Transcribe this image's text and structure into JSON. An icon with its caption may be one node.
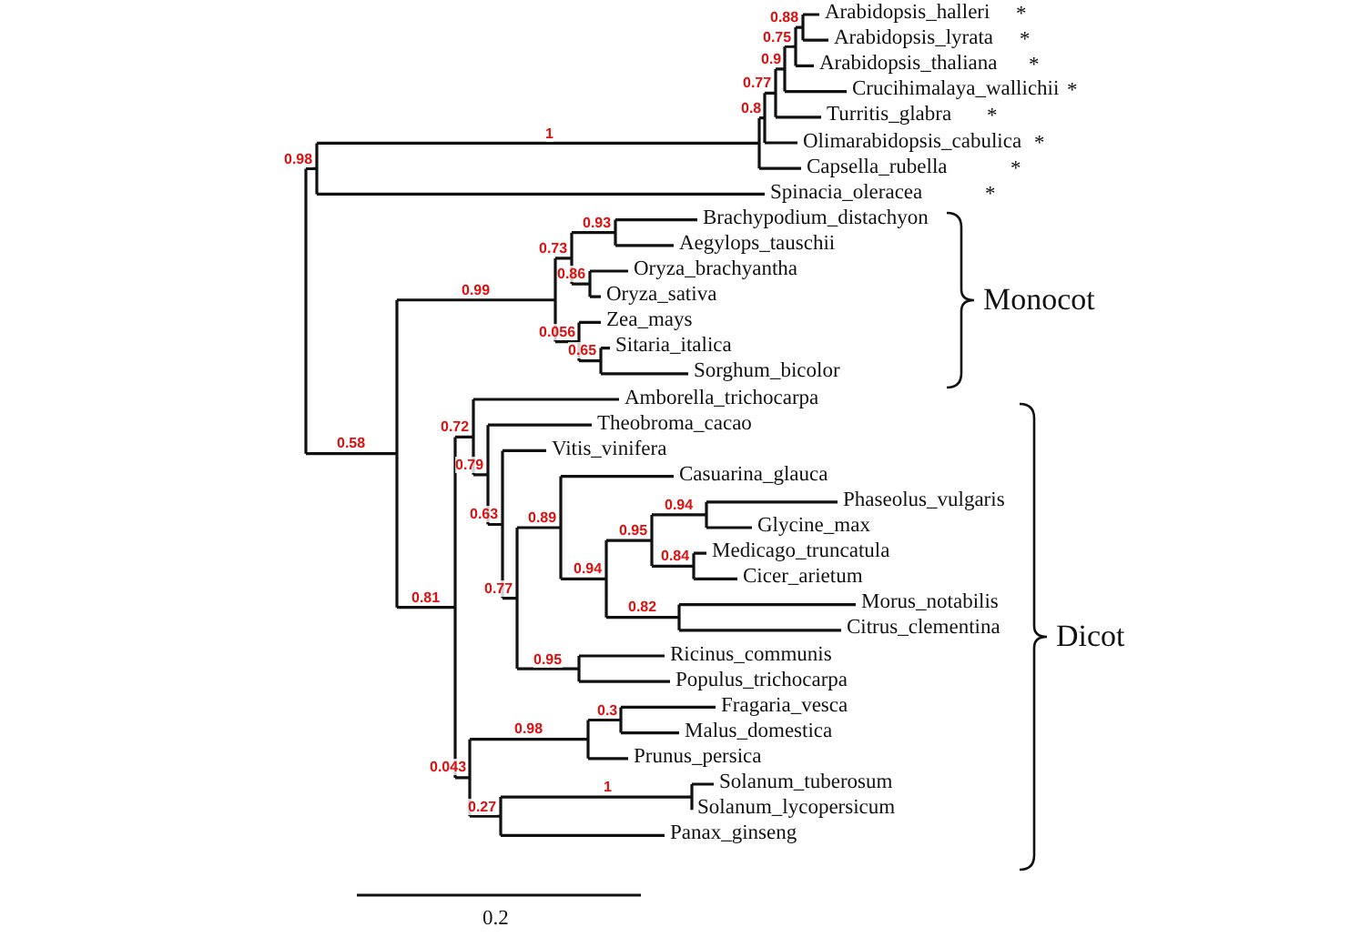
{
  "diagram": {
    "labels": [
      "Arabidopsis_halleri",
      "*",
      "Arabidopsis_lyrata",
      "*",
      "Arabidopsis_thaliana",
      "*",
      "Crucihimalaya_wallichii",
      "*",
      "Turritis_glabra",
      "*",
      "Olimarabidopsis_cabulica",
      "*",
      "Capsella_rubella",
      "*",
      "Spinacia_oleracea",
      "*",
      "Brachypodium_distachyon",
      "Aegylops_tauschii",
      "Oryza_brachyantha",
      "Oryza_sativa",
      "Zea_mays",
      "Sitaria_italica",
      "Sorghum_bicolor",
      "Monocot",
      "Amborella_trichocarpa",
      "Theobroma_cacao",
      "Vitis_vinifera",
      "Casuarina_glauca",
      "Phaseolus_vulgaris",
      "Glycine_max",
      "Medicago_truncatula",
      "Cicer_arietum",
      "Morus_notabilis",
      "Citrus_clementina",
      "Dicot",
      "Ricinus_communis",
      "Populus_trichocarpa",
      "Fragaria_vesca",
      "Malus_domestica",
      "Prunus_persica",
      "Solanum_tuberosum",
      "Solanum_lycopersicum",
      "Panax_ginseng",
      "0.2",
      "0.88",
      "0.75",
      "0.9",
      "0.77",
      "0.8",
      "1",
      "0.98",
      "0.93",
      "0.73",
      "0.86",
      "0.99",
      "0.056",
      "0.65",
      "0.72",
      "0.79",
      "0.63",
      "0.89",
      "0.94",
      "0.95",
      "0.84",
      "0.94",
      "0.77",
      "0.82",
      "0.58",
      "0.95",
      "0.81",
      "0.3",
      "0.98",
      "0.043",
      "1",
      "0.27"
    ]
  }
}
